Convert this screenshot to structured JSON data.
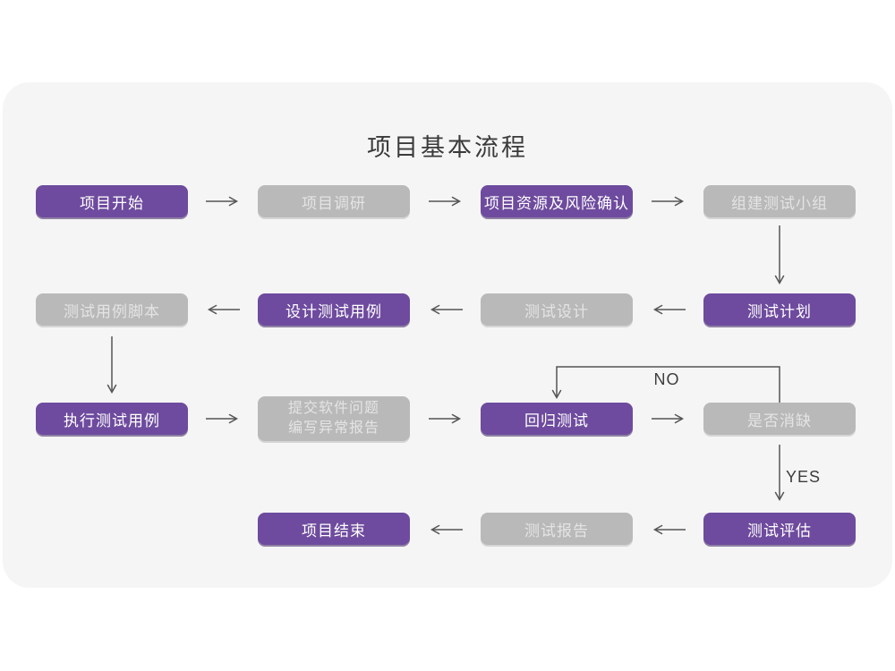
{
  "title": "项目基本流程",
  "colors": {
    "node_purple": "#6e4b9e",
    "node_gray": "#b9b9b9",
    "gray_text": "#e4e4e4",
    "purple_text": "#ffffff",
    "card_background": "#f5f5f6",
    "page_background": "#ffffff",
    "arrow": "#555555",
    "title_text": "#3a3a3a"
  },
  "flowchart": {
    "nodes": [
      {
        "id": "project-start",
        "label": "项目开始",
        "variant": "purple"
      },
      {
        "id": "project-research",
        "label": "项目调研",
        "variant": "gray"
      },
      {
        "id": "resource-risk",
        "label": "项目资源及风险确认",
        "variant": "purple"
      },
      {
        "id": "build-test-team",
        "label": "组建测试小组",
        "variant": "gray"
      },
      {
        "id": "test-plan",
        "label": "测试计划",
        "variant": "purple"
      },
      {
        "id": "test-design",
        "label": "测试设计",
        "variant": "gray"
      },
      {
        "id": "design-test-case",
        "label": "设计测试用例",
        "variant": "purple"
      },
      {
        "id": "test-case-script",
        "label": "测试用例脚本",
        "variant": "gray"
      },
      {
        "id": "execute-test-case",
        "label": "执行测试用例",
        "variant": "purple"
      },
      {
        "id": "submit-issue-report",
        "label_line1": "提交软件问题",
        "label_line2": "编写异常报告",
        "variant": "gray"
      },
      {
        "id": "regression-test",
        "label": "回归测试",
        "variant": "purple"
      },
      {
        "id": "defect-cleared",
        "label": "是否消缺",
        "variant": "gray"
      },
      {
        "id": "test-evaluation",
        "label": "测试评估",
        "variant": "purple"
      },
      {
        "id": "test-report",
        "label": "测试报告",
        "variant": "gray"
      },
      {
        "id": "project-end",
        "label": "项目结束",
        "variant": "purple"
      }
    ],
    "edge_labels": {
      "no": "NO",
      "yes": "YES"
    },
    "edges": [
      "项目开始→项目调研",
      "项目调研→项目资源及风险确认",
      "项目资源及风险确认→组建测试小组",
      "组建测试小组→测试计划",
      "测试计划→测试设计",
      "测试设计→设计测试用例",
      "设计测试用例→测试用例脚本",
      "测试用例脚本→执行测试用例",
      "执行测试用例→提交软件问题编写异常报告",
      "提交软件问题编写异常报告→回归测试",
      "回归测试→是否消缺",
      "是否消缺→NO→回归测试",
      "是否消缺→YES→测试评估",
      "测试评估→测试报告",
      "测试报告→项目结束"
    ]
  }
}
